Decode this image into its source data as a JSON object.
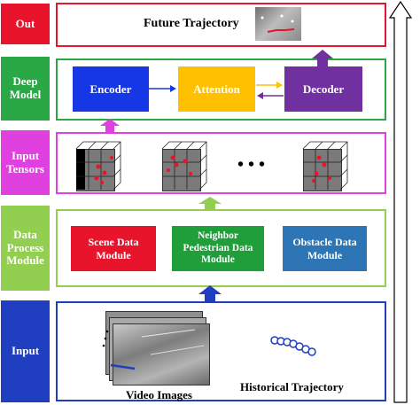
{
  "stages": {
    "out": "Out",
    "deep_model": "Deep\nModel",
    "input_tensors": "Input\nTensors",
    "data_process": "Data\nProcess\nModule",
    "input": "Input"
  },
  "out_panel": {
    "label": "Future Trajectory"
  },
  "deep_model_panel": {
    "encoder": "Encoder",
    "attention": "Attention",
    "decoder": "Decoder"
  },
  "tensors_panel": {
    "ellipsis": "• • •"
  },
  "data_panel": {
    "scene": "Scene Data\nModule",
    "neighbor": "Neighbor\nPedestrian Data\nModule",
    "obstacle": "Obstacle Data\nModule"
  },
  "input_panel": {
    "video_label": "Video Images",
    "trajectory_label": "Historical Trajectory"
  },
  "colors": {
    "out": "#e8142b",
    "deep_model": "#2aa845",
    "input_tensors": "#e040e0",
    "data_process": "#92cf50",
    "input": "#1f3fc0",
    "encoder": "#1637e6",
    "attention": "#ffc000",
    "decoder": "#7030a0",
    "scene": "#e8142b",
    "neighbor": "#1f9e3a",
    "obstacle": "#2e75b6"
  }
}
